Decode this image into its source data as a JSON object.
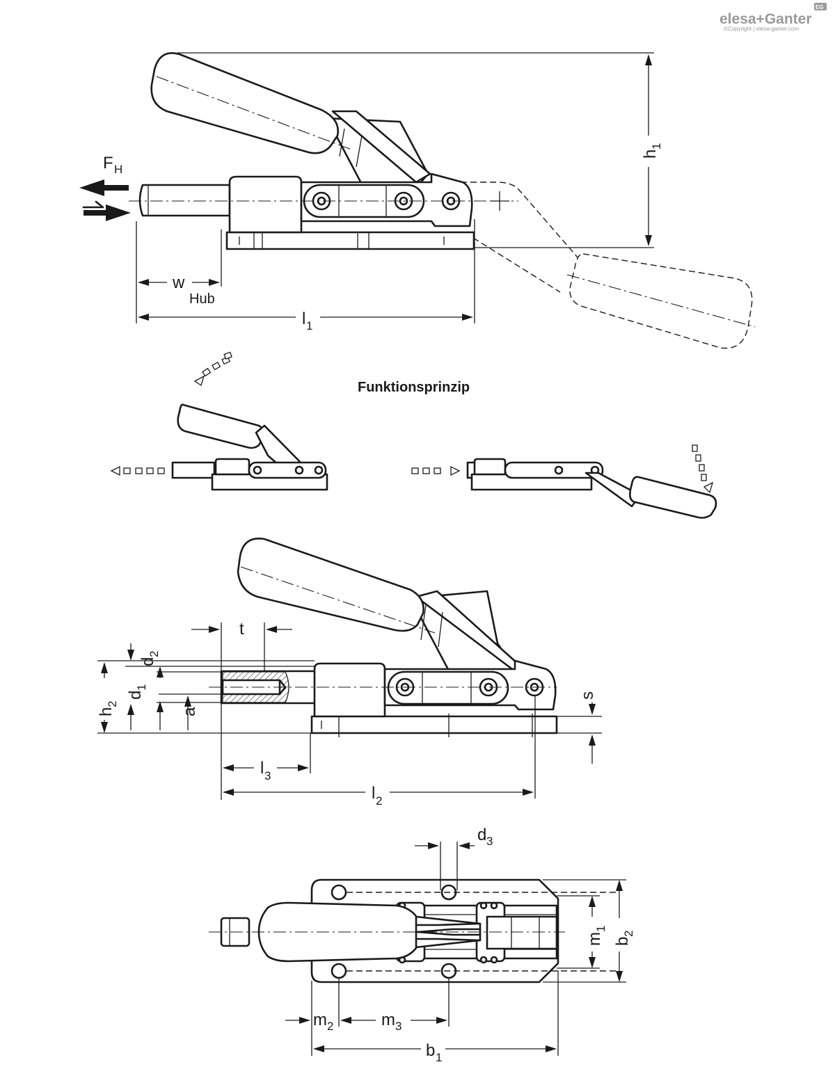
{
  "brand": {
    "name": "elesa+Ganter",
    "copyright": "©Copyright | elesa-ganter.com",
    "badge": "EG"
  },
  "section_title": "Funktionsprinzip",
  "labels": {
    "force": "F",
    "force_sub": "H",
    "stroke": "w",
    "stroke_note": "Hub",
    "l1": "l",
    "l1_sub": "1",
    "h1": "h",
    "h1_sub": "1",
    "t": "t",
    "d2": "d",
    "d2_sub": "2",
    "d1": "d",
    "d1_sub": "1",
    "h2": "h",
    "h2_sub": "2",
    "a": "a",
    "s": "s",
    "l3": "l",
    "l3_sub": "3",
    "l2": "l",
    "l2_sub": "2",
    "d3": "d",
    "d3_sub": "3",
    "m1": "m",
    "m1_sub": "1",
    "b2": "b",
    "b2_sub": "2",
    "m2": "m",
    "m2_sub": "2",
    "m3": "m",
    "m3_sub": "3",
    "b1": "b",
    "b1_sub": "1"
  }
}
